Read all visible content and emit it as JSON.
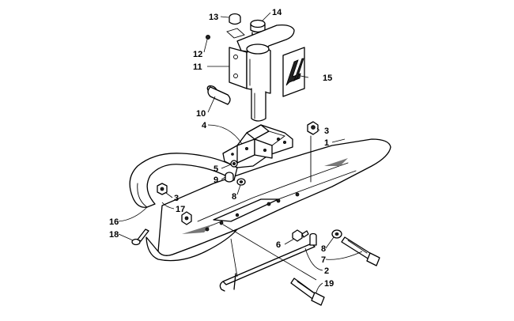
{
  "diagram": {
    "callouts": [
      {
        "id": "c1",
        "text": "1"
      },
      {
        "id": "c2",
        "text": "2"
      },
      {
        "id": "c3a",
        "text": "3"
      },
      {
        "id": "c3b",
        "text": "3"
      },
      {
        "id": "c4",
        "text": "4"
      },
      {
        "id": "c5",
        "text": "5"
      },
      {
        "id": "c6",
        "text": "6"
      },
      {
        "id": "c7",
        "text": "7"
      },
      {
        "id": "c8a",
        "text": "8"
      },
      {
        "id": "c8b",
        "text": "8"
      },
      {
        "id": "c9",
        "text": "9"
      },
      {
        "id": "c10",
        "text": "10"
      },
      {
        "id": "c11",
        "text": "11"
      },
      {
        "id": "c12",
        "text": "12"
      },
      {
        "id": "c13",
        "text": "13"
      },
      {
        "id": "c14",
        "text": "14"
      },
      {
        "id": "c15",
        "text": "15"
      },
      {
        "id": "c16",
        "text": "16"
      },
      {
        "id": "c17",
        "text": "17"
      },
      {
        "id": "c18",
        "text": "18"
      },
      {
        "id": "c19",
        "text": "19"
      }
    ]
  }
}
